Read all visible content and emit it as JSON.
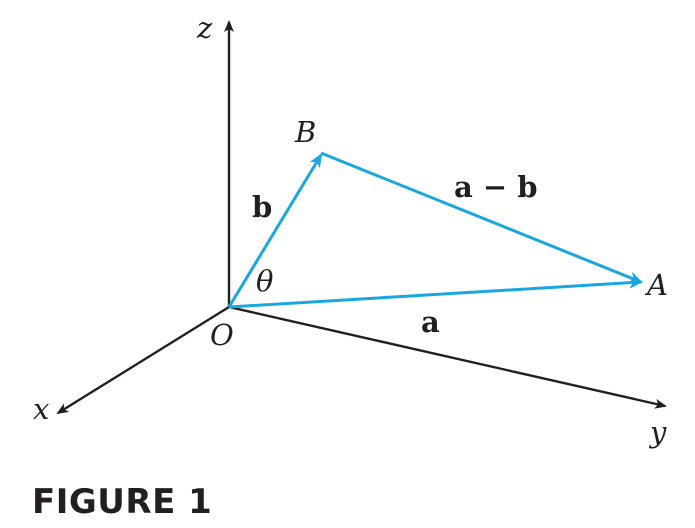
{
  "figure": {
    "caption": "FIGURE 1",
    "axes": {
      "x_label": "x",
      "y_label": "y",
      "z_label": "z"
    },
    "points": {
      "origin": "O",
      "A": "A",
      "B": "B"
    },
    "vectors": {
      "a": "a",
      "b": "b",
      "a_minus_b": "a − b"
    },
    "angle": "θ",
    "colors": {
      "axis": "#231f20",
      "vector": "#1aa7e0"
    }
  }
}
